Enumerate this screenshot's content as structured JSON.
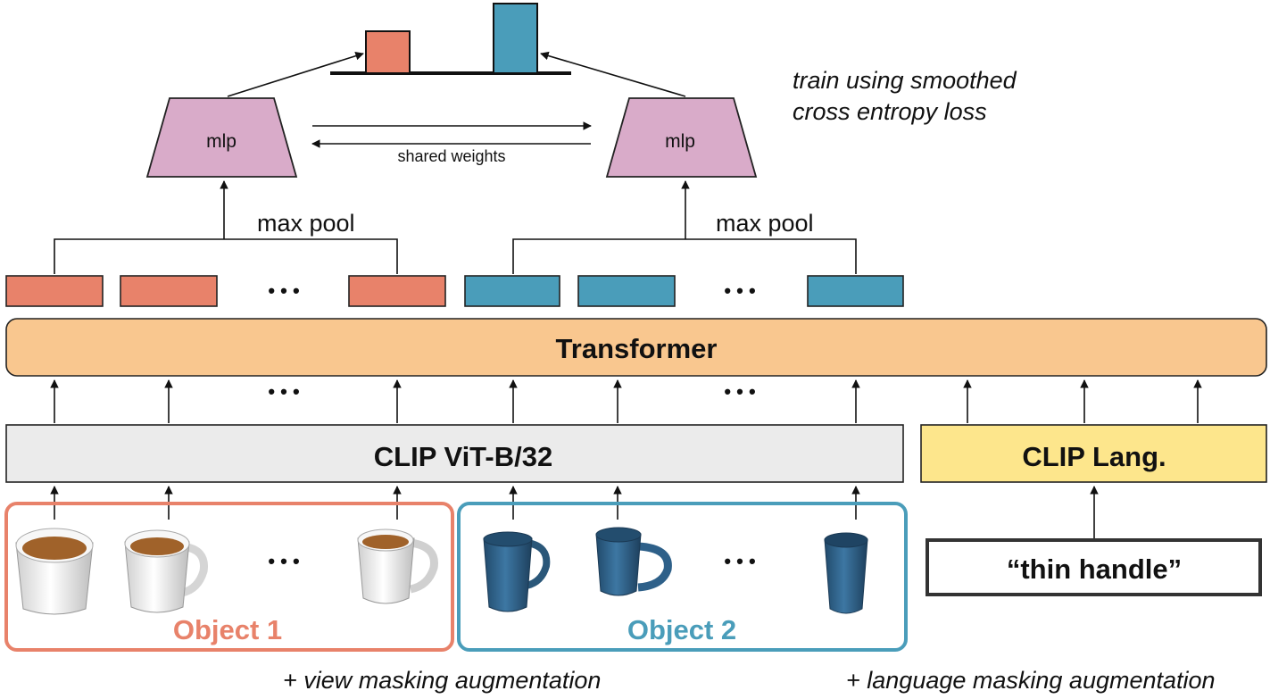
{
  "colors": {
    "object1": "#E8826A",
    "object2": "#4A9DBA",
    "mlp": "#D9ABC9",
    "transformer": "#F9C78F",
    "clip_vit": "#EBEBEB",
    "clip_lang": "#FDE68C",
    "stroke": "#222222",
    "cup_white": "#EFEFEF",
    "cup_blue": "#2E5F86",
    "coffee": "#A0622A"
  },
  "labels": {
    "mlp_left": "mlp",
    "mlp_right": "mlp",
    "shared_weights": "shared weights",
    "loss_line1": "train using smoothed",
    "loss_line2": "cross entropy loss",
    "max_pool_left": "max pool",
    "max_pool_right": "max pool",
    "transformer": "Transformer",
    "clip_vit": "CLIP ViT-B/32",
    "clip_lang": "CLIP Lang.",
    "language_input": "“thin handle”",
    "object1": "Object 1",
    "object2": "Object 2",
    "view_aug": "+ view masking augmentation",
    "lang_aug": "+ language masking augmentation"
  },
  "ellipsis": "• • •",
  "icons": {
    "object1_views": [
      "coffee-cup-icon",
      "coffee-mug-icon",
      "coffee-mug-icon"
    ],
    "object2_views": [
      "blue-mug-icon",
      "blue-mug-icon",
      "blue-cup-icon"
    ]
  }
}
